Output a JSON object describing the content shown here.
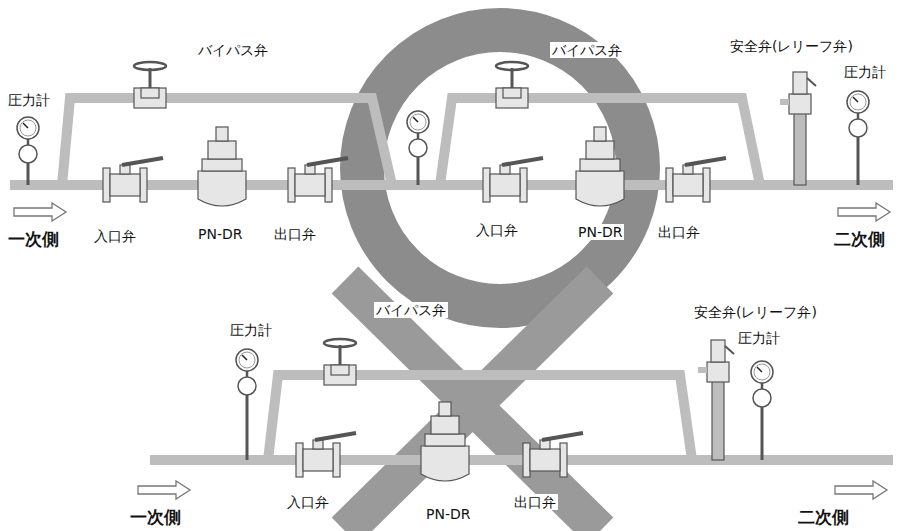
{
  "diagram": {
    "labels": [
      "圧力計",
      "バイパス弁",
      "バイパス弁",
      "安全弁(レリーフ弁)",
      "圧力計",
      "一次側",
      "入口弁",
      "PN-DR",
      "出口弁",
      "入口弁",
      "PN-DR",
      "出口弁",
      "二次側",
      "圧力計",
      "バイパス弁",
      "安全弁(レリーフ弁)",
      "圧力計",
      "一次側",
      "入口弁",
      "PN-DR",
      "出口弁",
      "二次側"
    ]
  }
}
